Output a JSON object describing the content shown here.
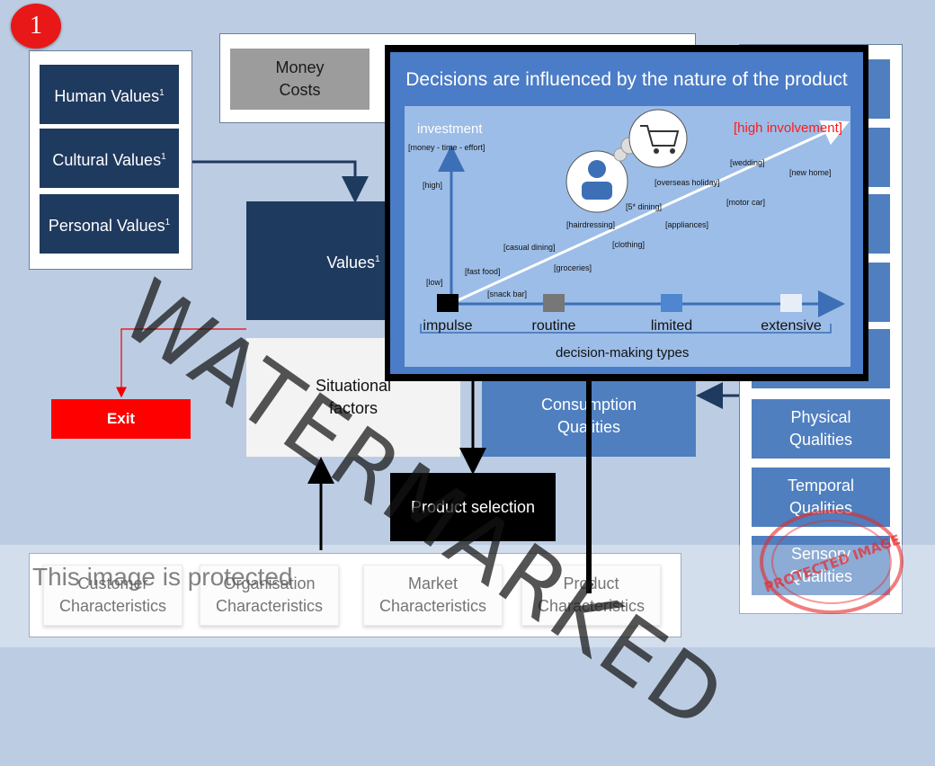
{
  "badge": {
    "number": "1"
  },
  "left_values": [
    {
      "label": "Human Values",
      "sup": "1"
    },
    {
      "label": "Cultural Values",
      "sup": "1"
    },
    {
      "label": "Personal Values",
      "sup": "1"
    }
  ],
  "money_costs": "Money Costs",
  "central_values": {
    "label": "Values",
    "sup": "1"
  },
  "situational": "Situational factors",
  "consumption": "Consumption Qualities",
  "exit": "Exit",
  "product_selection": "Product selection",
  "right_qualities": [
    "Physical Qualities",
    "Temporal Qualities",
    "Sensory Qualities"
  ],
  "bottom_characteristics": [
    "Customer Characteristics",
    "Organisation Characteristics",
    "Market Characteristics",
    "Product Characteristics"
  ],
  "overlay": {
    "title": "Decisions are influenced by the nature of the product",
    "chart": {
      "y_label": "investment",
      "y_sublabel": "[money - time - effort]",
      "high": "[high]",
      "low": "[low]",
      "high_involvement": "[high involvement]",
      "items": [
        {
          "text": "[snack bar]"
        },
        {
          "text": "[fast food]"
        },
        {
          "text": "[groceries]"
        },
        {
          "text": "[casual dining]"
        },
        {
          "text": "[clothing]"
        },
        {
          "text": "[hairdressing]"
        },
        {
          "text": "[appliances]"
        },
        {
          "text": "[5* dining]"
        },
        {
          "text": "[motor car]"
        },
        {
          "text": "[overseas holiday]"
        },
        {
          "text": "[wedding]"
        },
        {
          "text": "[new home]"
        }
      ],
      "decision_types": [
        "impulse",
        "routine",
        "limited",
        "extensive"
      ],
      "decision_colors": [
        "#000000",
        "#777777",
        "#4f86d0",
        "#e8eef8"
      ],
      "x_caption": "decision-making types"
    }
  },
  "protected_note": "This image is protected",
  "watermark": "WATERMARKED",
  "stamp_text": "PROTECTED IMAGE",
  "colors": {
    "navy": "#1f3a5f",
    "mid_blue": "#4f7fbf",
    "exit_red": "#ff0000",
    "high_involvement": "#ff1a1a"
  }
}
